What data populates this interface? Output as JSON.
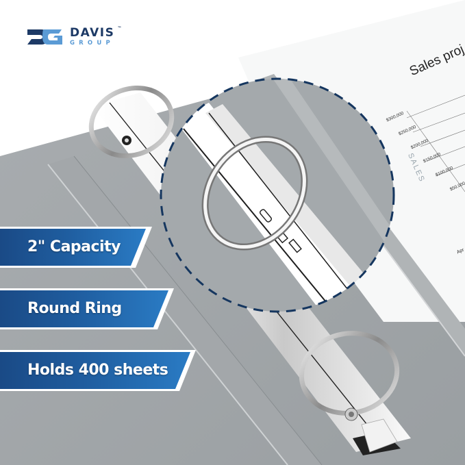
{
  "brand": {
    "name": "DAVIS",
    "trademark": "™",
    "sub": "GROUP",
    "colors": {
      "primary": "#1d3a66",
      "secondary": "#5b9bd5"
    }
  },
  "features": [
    {
      "label": "2\" Capacity"
    },
    {
      "label": "Round Ring"
    },
    {
      "label": "Holds 400 sheets"
    }
  ],
  "document": {
    "title": "Sales proj",
    "y_axis_label": "SALES",
    "ticks": [
      "$300,000",
      "$250,000",
      "$200,000",
      "$150,000",
      "$100,000",
      "$50,000"
    ],
    "footnote": "Apr"
  },
  "product": {
    "binder_color": "#9ea3a6",
    "ring_type": "round-ring",
    "accent_dashed_circle": "#15365f"
  },
  "colors": {
    "banner_dark": "#1a4a86",
    "banner_light": "#2a7bc4",
    "banner_text": "#ffffff"
  }
}
